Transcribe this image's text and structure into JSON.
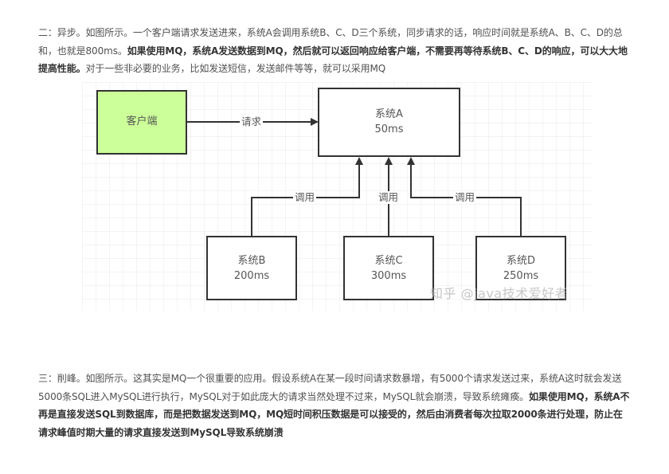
{
  "paragraph_async": {
    "segments": [
      {
        "text": "二：异步。如图所示。一个客户端请求发送进来，系统A会调用系统B、C、D三个系统，同步请求的话，响应时间就是系统A、B、C、D的总和，也就是800ms。",
        "bold": false
      },
      {
        "text": "如果使用MQ，系统A发送数据到MQ，然后就可以返回响应给客户端，不需要再等待系统B、C、D的响应，可以大大地提高性能。",
        "bold": true
      },
      {
        "text": "对于一些非必要的业务，比如发送短信，发送邮件等等，就可以采用MQ",
        "bold": false
      }
    ]
  },
  "diagram": {
    "client_box": {
      "label": "客户端",
      "fill": "#ccff99"
    },
    "request_edge_label": "请求",
    "system_a": {
      "name": "系统A",
      "latency": "50ms"
    },
    "call_edge_label": "调用",
    "systems": [
      {
        "name": "系统B",
        "latency": "200ms"
      },
      {
        "name": "系统C",
        "latency": "300ms"
      },
      {
        "name": "系统D",
        "latency": "250ms"
      }
    ],
    "watermark": "知乎 @java技术爱好者"
  },
  "paragraph_peak": {
    "segments": [
      {
        "text": "三：削峰。如图所示。这其实是MQ一个很重要的应用。假设系统A在某一段时间请求数暴增，有5000个请求发送过来，系统A这时就会发送5000条SQL进入MySQL进行执行，MySQL对于如此庞大的请求当然处理不过来，MySQL就会崩溃，导致系统瘫痪。",
        "bold": false
      },
      {
        "text": "如果使用MQ，系统A不再是直接发送SQL到数据库，而是把数据发送到MQ，MQ短时间积压数据是可以接受的，然后由消费者每次拉取2000条进行处理，防止在请求峰值时期大量的请求直接发送到MySQL导致系统崩溃",
        "bold": true
      }
    ]
  }
}
